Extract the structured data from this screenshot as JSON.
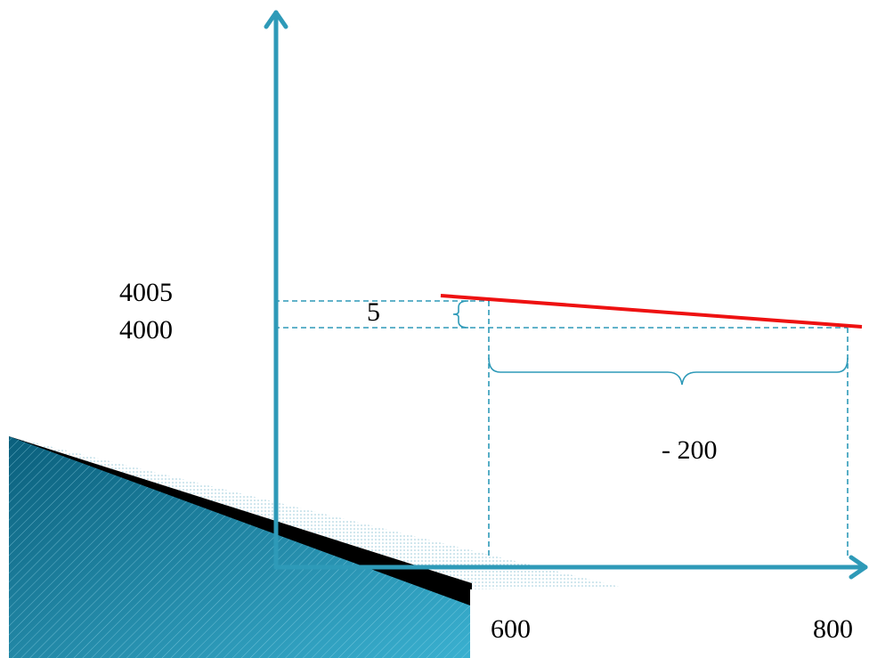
{
  "colors": {
    "axis": "#2e9ab8",
    "guide": "#2e9ab8",
    "line": "#ee1111",
    "wedge_dark": "#0a5f7c",
    "wedge_light": "#3ab0d0",
    "wedge_shadow": "#000000",
    "wedge_haze": "#cfe7ef"
  },
  "labels": {
    "y_upper": "4005",
    "y_lower": "4000",
    "dy": "5",
    "dx": "- 200",
    "x_left": "600",
    "x_right": "800"
  },
  "decor": {
    "bottom_left_wedge": "striped-teal-wedge"
  }
}
